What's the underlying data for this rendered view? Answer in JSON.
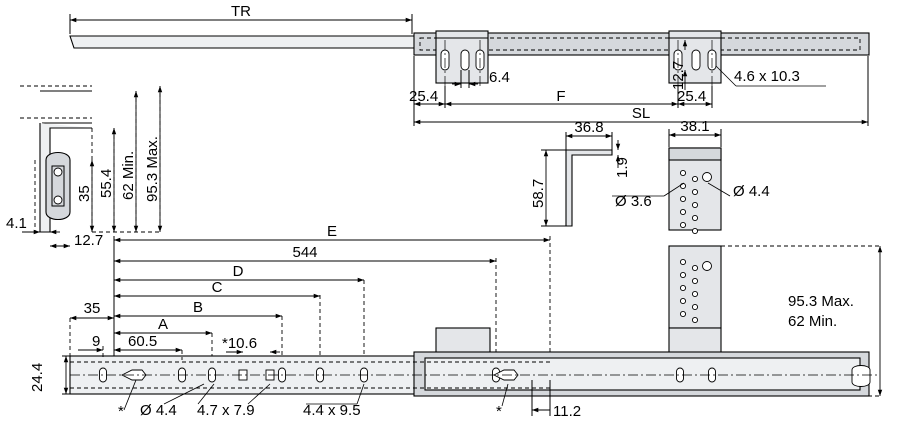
{
  "top_view": {
    "tr": "TR",
    "dim_25_4_left": "25.4",
    "dim_6_4": "6.4",
    "dim_f": "F",
    "dim_12_7": "12.7",
    "dim_25_4_right": "25.4",
    "dim_slot": "4.6 x 10.3",
    "dim_sl": "SL"
  },
  "side_profile": {
    "dim_95_3": "95.3 Max.",
    "dim_62": "62 Min.",
    "dim_55_4": "55.4",
    "dim_35": "35",
    "dim_4_1": "4.1",
    "dim_12_7": "12.7"
  },
  "angle_bracket": {
    "dim_36_8": "36.8",
    "dim_1_9": "1.9",
    "dim_58_7": "58.7"
  },
  "vertical_bracket": {
    "dim_38_1": "38.1",
    "dim_3_6": "Ø 3.6",
    "dim_4_4": "Ø 4.4"
  },
  "main_view": {
    "dim_e": "E",
    "dim_544": "544",
    "dim_d": "D",
    "dim_c": "C",
    "dim_b": "B",
    "dim_35": "35",
    "dim_a": "A",
    "dim_9": "9",
    "dim_60_5": "60.5",
    "dim_10_6": "*10.6",
    "dim_24_4": "24.4",
    "note_ast_left": "*",
    "dim_hole_4_4": "Ø 4.4",
    "dim_slot_4_7": "4.7 x 7.9",
    "dim_slot_4_4": "4.4 x 9.5",
    "note_ast_right": "*",
    "dim_11_2": "11.2",
    "height_max": "95.3 Max.",
    "height_min": "62 Min."
  }
}
